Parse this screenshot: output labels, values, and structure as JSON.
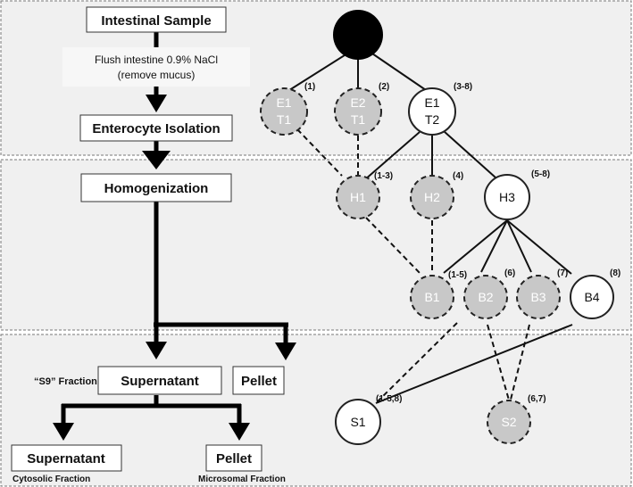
{
  "colors": {
    "band_fill": "#f0f0f0",
    "band_border": "#777777",
    "node_grey": "#c8c8c8",
    "node_white": "#ffffff",
    "root_fill": "#000000",
    "line": "#111111"
  },
  "flow": {
    "intestinal_sample": "Intestinal Sample",
    "flush_line1": "Flush intestine 0.9% NaCl",
    "flush_line2": "(remove mucus)",
    "enterocyte_isolation": "Enterocyte Isolation",
    "homogenization": "Homogenization",
    "s9_label": "“S9” Fraction",
    "supernatant": "Supernatant",
    "pellet": "Pellet",
    "supernatant2": "Supernatant",
    "cytosolic_label": "Cytosolic Fraction",
    "pellet2": "Pellet",
    "microsomal_label": "Microsomal Fraction"
  },
  "tree": {
    "e1t1": {
      "line1": "E1",
      "line2": "T1",
      "ann": "(1)"
    },
    "e2t1": {
      "line1": "E2",
      "line2": "T1",
      "ann": "(2)"
    },
    "e1t2": {
      "line1": "E1",
      "line2": "T2",
      "ann": "(3-8)"
    },
    "h1": {
      "label": "H1",
      "ann": "(1-3)"
    },
    "h2": {
      "label": "H2",
      "ann": "(4)"
    },
    "h3": {
      "label": "H3",
      "ann": "(5-8)"
    },
    "b1": {
      "label": "B1",
      "ann": "(1-5)"
    },
    "b2": {
      "label": "B2",
      "ann": "(6)"
    },
    "b3": {
      "label": "B3",
      "ann": "(7)"
    },
    "b4": {
      "label": "B4",
      "ann": "(8)"
    },
    "s1": {
      "label": "S1",
      "ann": "(1-5,8)"
    },
    "s2": {
      "label": "S2",
      "ann": "(6,7)"
    }
  }
}
